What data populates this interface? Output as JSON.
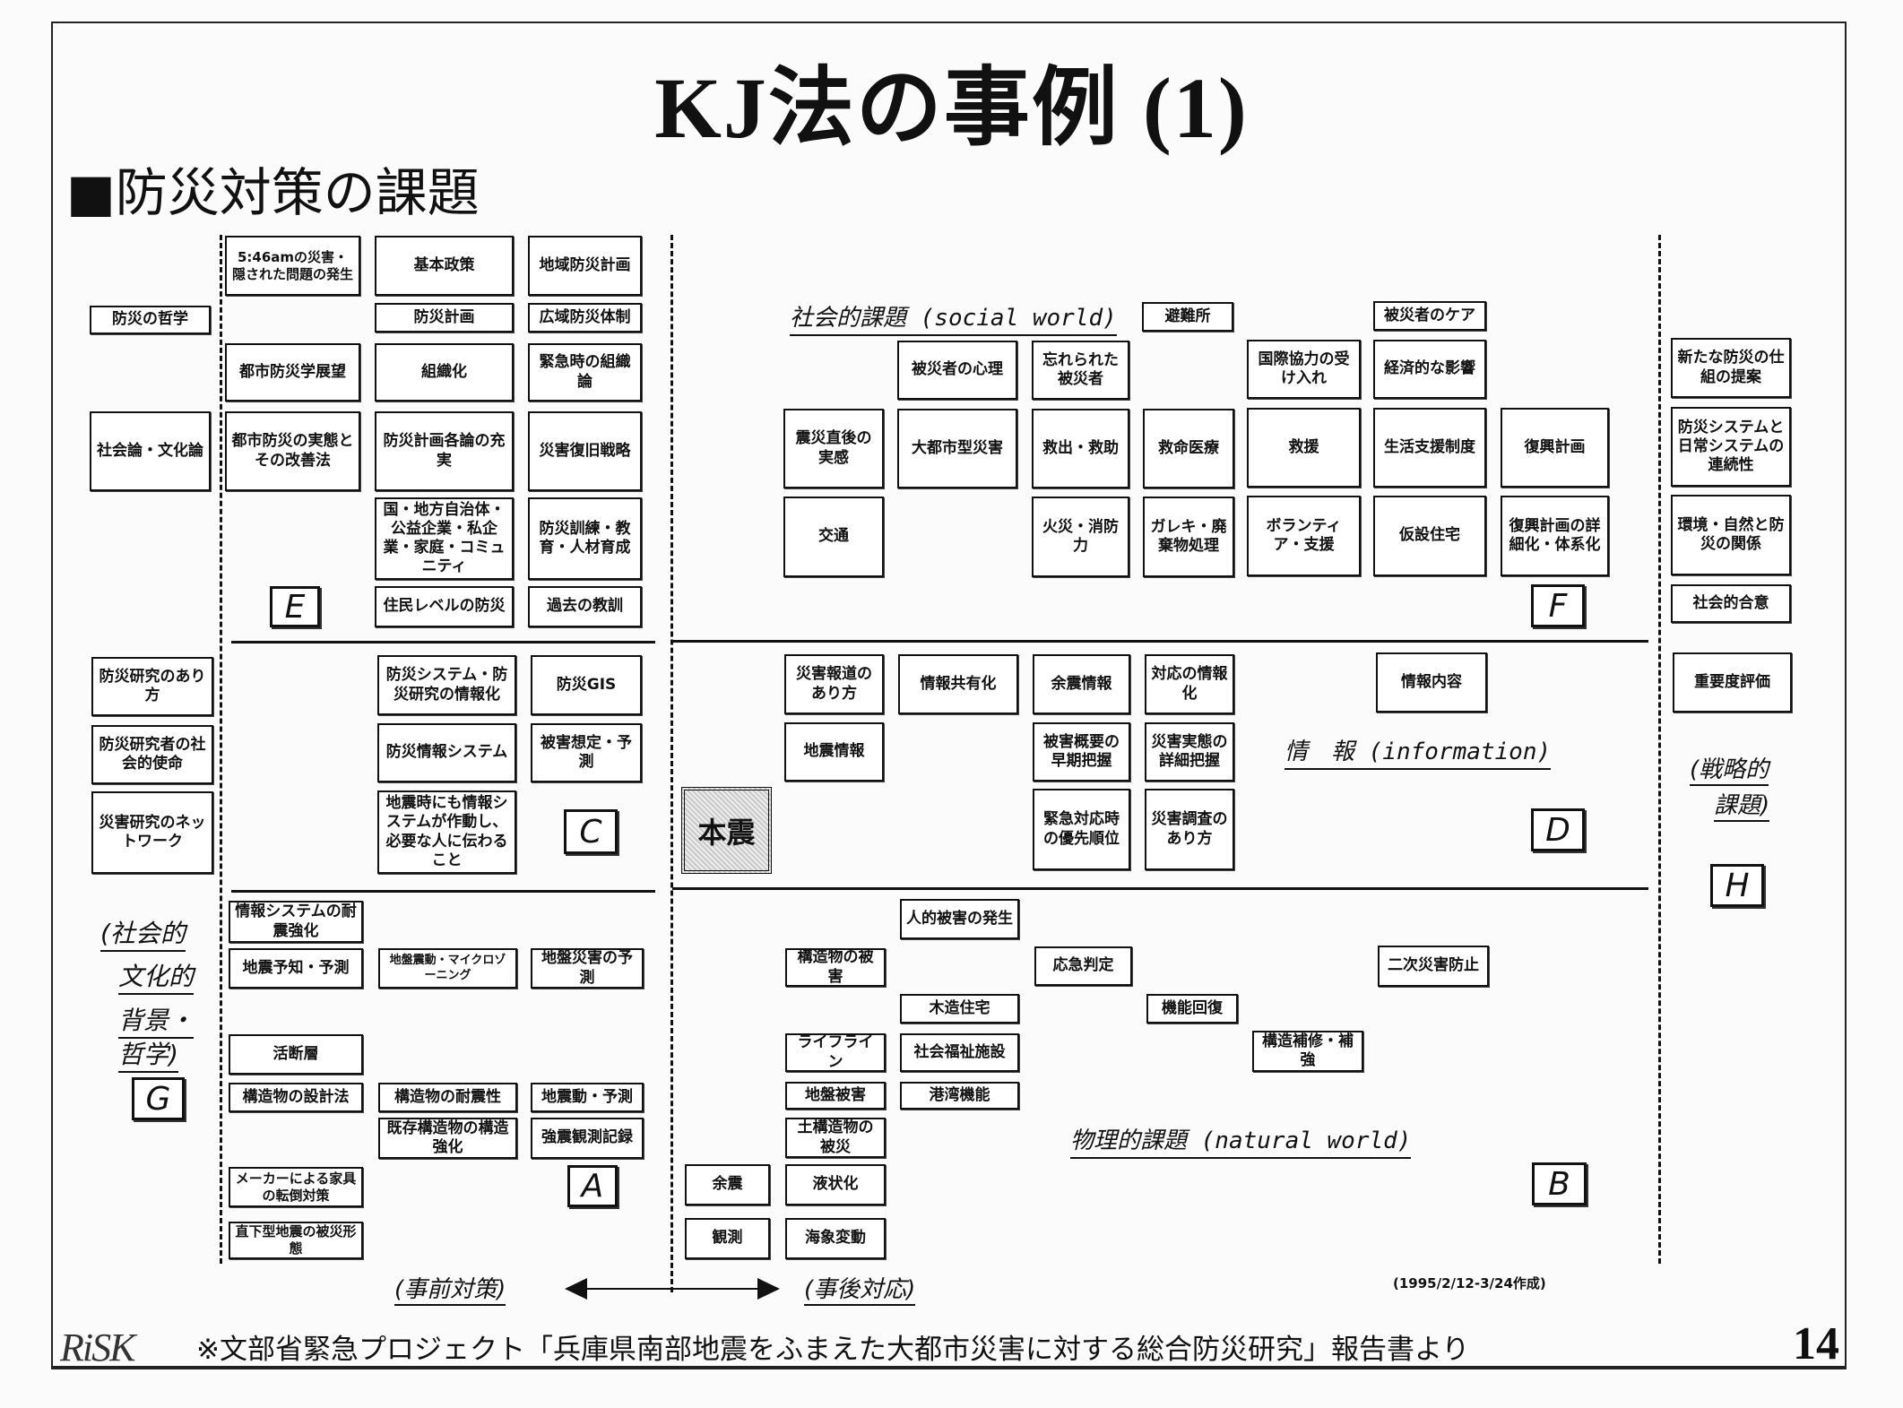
{
  "title": "KJ法の事例 (1)",
  "subtitle": "■防災対策の課題",
  "groups": {
    "E": {
      "label": "E",
      "items": [
        "5:46amの災害・隠された問題の発生",
        "基本政策",
        "地域防災計画",
        "防災計画",
        "広域防災体制",
        "都市防災学展望",
        "組織化",
        "緊急時の組織論",
        "都市防災の実態とその改善法",
        "防災計画各論の充実",
        "災害復旧戦略",
        "国・地方自治体・公益企業・私企業・家庭・コミュニティ",
        "防災訓練・教育・人材育成",
        "住民レベルの防災",
        "過去の教訓"
      ]
    },
    "G": {
      "label": "G",
      "heading_lines": [
        "(社会的",
        "文化的",
        "背景・",
        "哲学)"
      ],
      "items": [
        "防災の哲学",
        "社会論・文化論",
        "防災研究のあり方",
        "防災研究者の社会的使命",
        "災害研究のネットワーク"
      ]
    },
    "C": {
      "label": "C",
      "items": [
        "防災システム・防災研究の情報化",
        "防災GIS",
        "防災情報システム",
        "被害想定・予測",
        "地震時にも情報システムが作動し、必要な人に伝わること"
      ]
    },
    "A": {
      "label": "A",
      "items": [
        "情報システムの耐震強化",
        "地震予知・予測",
        "地盤震動・マイクロゾーニング",
        "地盤災害の予測",
        "活断層",
        "構造物の設計法",
        "構造物の耐震性",
        "地震動・予測",
        "既存構造物の構造強化",
        "強震観測記録",
        "メーカーによる家具の転倒対策",
        "直下型地震の被災形態"
      ]
    },
    "F": {
      "label": "F",
      "heading": "社会的課題 (social world)",
      "items": [
        "避難所",
        "被災者のケア",
        "被災者の心理",
        "忘れられた被災者",
        "国際協力の受け入れ",
        "経済的な影響",
        "震災直後の実感",
        "大都市型災害",
        "救出・救助",
        "救命医療",
        "救援",
        "生活支援制度",
        "復興計画",
        "交通",
        "火災・消防力",
        "ガレキ・廃棄物処理",
        "ボランティア・支援",
        "仮設住宅",
        "復興計画の詳細化・体系化"
      ]
    },
    "D": {
      "label": "D",
      "heading": "情　報 (information)",
      "items": [
        "災害報道のあり方",
        "情報共有化",
        "余震情報",
        "対応の情報化",
        "情報内容",
        "地震情報",
        "被害概要の早期把握",
        "災害実態の詳細把握",
        "緊急対応時の優先順位",
        "災害調査のあり方"
      ]
    },
    "B": {
      "label": "B",
      "heading": "物理的課題 (natural world)",
      "items": [
        "人的被害の発生",
        "構造物の被害",
        "応急判定",
        "二次災害防止",
        "木造住宅",
        "機能回復",
        "ライフライン",
        "社会福祉施設",
        "構造補修・補強",
        "地盤被害",
        "港湾機能",
        "土構造物の被災",
        "余震",
        "液状化",
        "観測",
        "海象変動"
      ]
    },
    "H": {
      "label": "H",
      "heading_lines": [
        "(戦略的",
        "課題)"
      ],
      "items": [
        "新たな防災の仕組の提案",
        "防災システムと日常システムの連続性",
        "環境・自然と防災の関係",
        "社会的合意",
        "重要度評価"
      ]
    }
  },
  "center": "本震",
  "timeline": {
    "before": "(事前対策)",
    "after": "(事後対応)"
  },
  "date_note": "(1995/2/12-3/24作成)",
  "footer": {
    "logo": "RiSK",
    "source": "※文部省緊急プロジェクト「兵庫県南部地震をふまえた大都市災害に対する総合防災研究」報告書より",
    "page": "14"
  }
}
